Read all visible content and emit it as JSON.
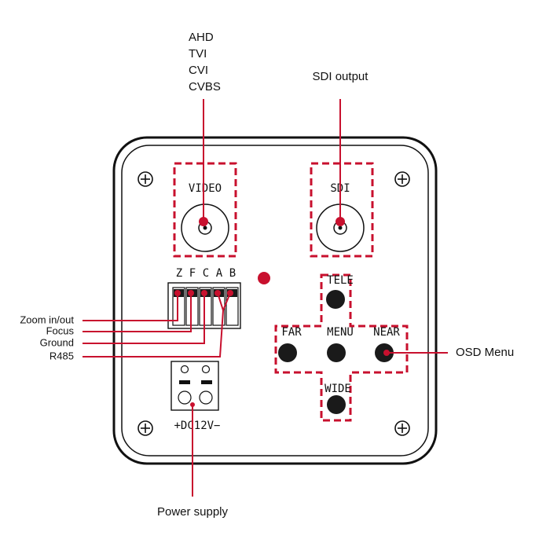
{
  "colors": {
    "accent": "#c8102e",
    "ink": "#111111",
    "button": "#1a1a1a"
  },
  "video_signal_types": [
    "AHD",
    "TVI",
    "CVI",
    "CVBS"
  ],
  "labels": {
    "sdi_output": "SDI output",
    "zoom": "Zoom in/out",
    "focus": "Focus",
    "ground": "Ground",
    "r485": "R485",
    "osd_menu": "OSD Menu",
    "power_supply": "Power supply"
  },
  "panel": {
    "video_port": "VIDEO",
    "sdi_port": "SDI",
    "terminal_pins": [
      "Z",
      "F",
      "C",
      "A",
      "B"
    ],
    "power_label": "+DC12V−",
    "buttons": {
      "tele": "TELE",
      "far": "FAR",
      "menu": "MENU",
      "near": "NEAR",
      "wide": "WIDE"
    }
  },
  "icons": [
    "screw-icon",
    "bnc-connector-icon",
    "power-led-icon"
  ]
}
